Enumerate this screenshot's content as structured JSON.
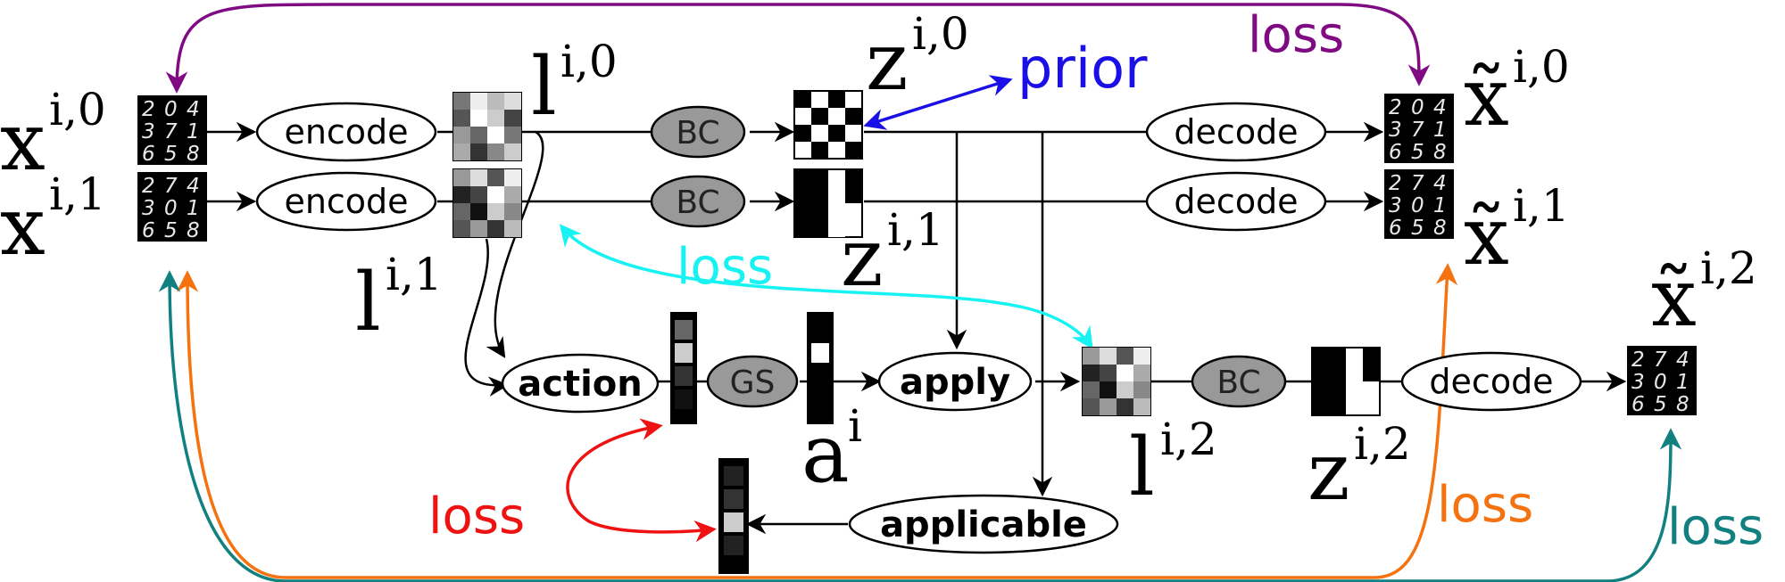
{
  "colors": {
    "purple": "#7f0a82",
    "blue": "#1a0fe6",
    "cyan": "#18f2f2",
    "red": "#ee1212",
    "orange": "#f57210",
    "teal": "#128080",
    "bc_fill": "#999999"
  },
  "nodes": {
    "encode": "encode",
    "decode": "decode",
    "bc": "BC",
    "gs": "GS",
    "action": "action",
    "apply": "apply",
    "applicable": "applicable"
  },
  "vars": {
    "x_base": "x",
    "x_tilde": "x̃",
    "l_base": "l",
    "z_base": "z",
    "a_base": "a",
    "sup_i0": "i,0",
    "sup_i1": "i,1",
    "sup_i2": "i,2",
    "sup_i": "i"
  },
  "labels": {
    "loss": "loss",
    "prior": "prior"
  },
  "digits": {
    "row1": [
      "2",
      "0",
      "4"
    ],
    "row2": [
      "3",
      "7",
      "1"
    ],
    "row3": [
      "6",
      "5",
      "8"
    ],
    "row1b": [
      "2",
      "7",
      "4"
    ],
    "row2b": [
      "3",
      "0",
      "1"
    ],
    "row3b": [
      "6",
      "5",
      "8"
    ]
  }
}
